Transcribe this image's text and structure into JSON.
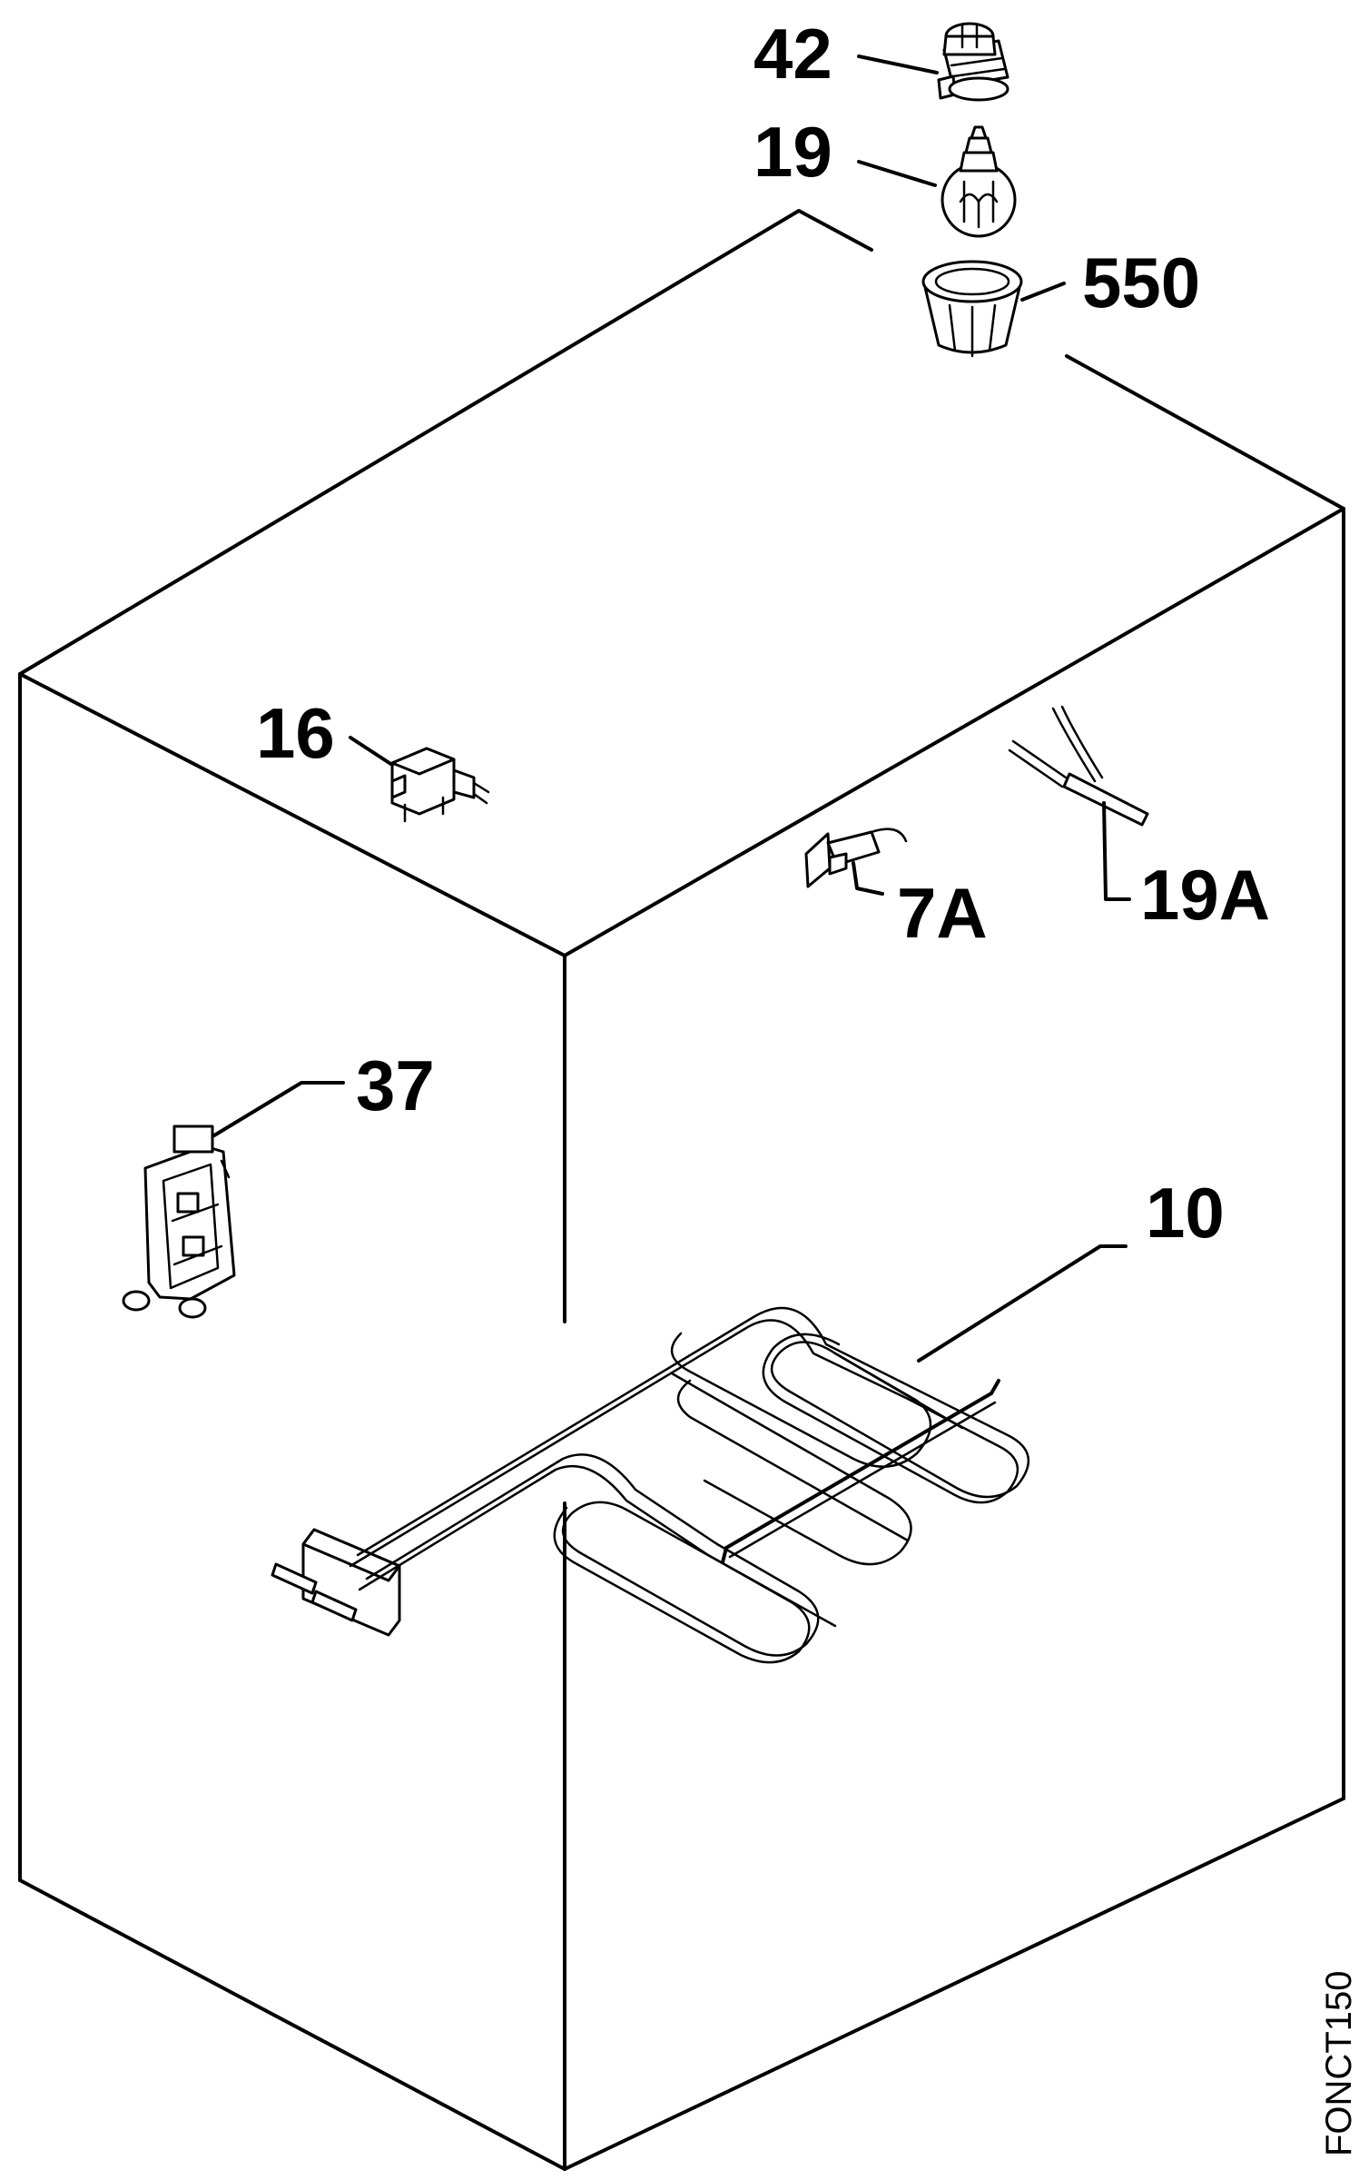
{
  "diagram": {
    "labels": {
      "p42": "42",
      "p19": "19",
      "p550": "550",
      "p16": "16",
      "p7A": "7A",
      "p19A": "19A",
      "p37": "37",
      "p10": "10"
    },
    "drawing_code": "FONCT150"
  }
}
